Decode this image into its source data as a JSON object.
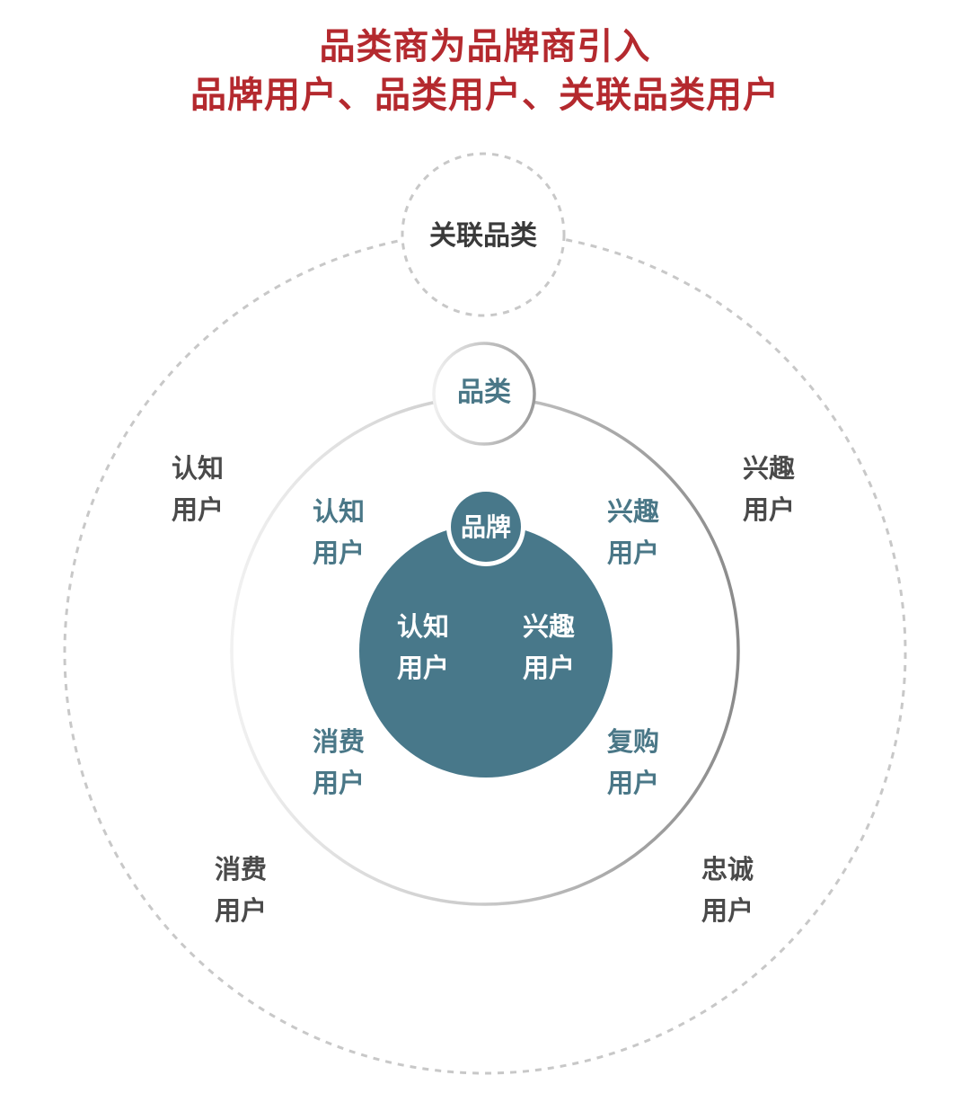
{
  "title": {
    "line1": "品类商为品牌商引入",
    "line2": "品牌用户、品类用户、关联品类用户"
  },
  "colors": {
    "title": "#b4292e",
    "core_fill": "#48788a",
    "mid_text": "#4a7787",
    "outer_text": "#4a4a4a",
    "dashed_stroke": "#c8c8c8"
  },
  "bubbles": {
    "related_category": "关联品类",
    "category": "品类",
    "brand": "品牌"
  },
  "outer_labels": {
    "awareness": [
      "认知",
      "用户"
    ],
    "interest": [
      "兴趣",
      "用户"
    ],
    "consumption": [
      "消费",
      "用户"
    ],
    "loyalty": [
      "忠诚",
      "用户"
    ]
  },
  "middle_labels": {
    "awareness": [
      "认知",
      "用户"
    ],
    "interest": [
      "兴趣",
      "用户"
    ],
    "consumption": [
      "消费",
      "用户"
    ],
    "repurchase": [
      "复购",
      "用户"
    ]
  },
  "core_labels": {
    "awareness": [
      "认知",
      "用户"
    ],
    "interest": [
      "兴趣",
      "用户"
    ]
  }
}
